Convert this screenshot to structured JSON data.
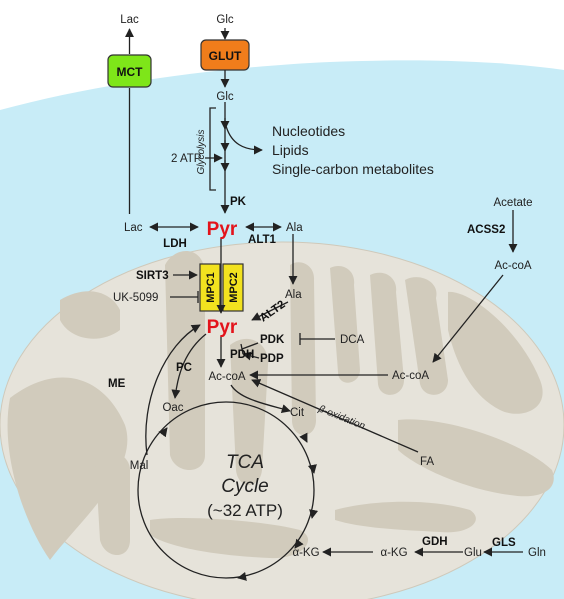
{
  "metabolites": {
    "lac_top": "Lac",
    "glc_top": "Glc",
    "glc_mid": "Glc",
    "nucleotides": "Nucleotides",
    "lipids": "Lipids",
    "single_carbon": "Single-carbon metabolites",
    "atp_glycolysis": "2 ATP",
    "glycolysis": "Glycolysis",
    "lac_mid": "Lac",
    "pyr_cyto": "Pyr",
    "ala_cyto": "Ala",
    "acetate": "Acetate",
    "acoa_cyto": "Ac-coA",
    "ala_mito": "Ala",
    "uk5099": "UK-5099",
    "pyr_mito": "Pyr",
    "dca": "DCA",
    "acoa_mito": "Ac-coA",
    "acoa_right": "Ac-coA",
    "oac": "Oac",
    "cit": "Cit",
    "beta_ox": "β-oxidation",
    "fa": "FA",
    "mal": "Mal",
    "tca_line1": "TCA",
    "tca_line2": "Cycle",
    "tca_line3": "(~32 ATP)",
    "akg_cycle": "α-KG",
    "akg_right": "α-KG",
    "glu": "Glu",
    "gln": "Gln"
  },
  "enzymes": {
    "mct": "MCT",
    "glut": "GLUT",
    "pk": "PK",
    "ldh": "LDH",
    "alt1": "ALT1",
    "acss2": "ACSS2",
    "sirt3": "SIRT3",
    "mpc1": "MPC1",
    "mpc2": "MPC2",
    "alt2": "ALT2",
    "pdk": "PDK",
    "pdh": "PDH",
    "pdp": "PDP",
    "pc": "PC",
    "me": "ME",
    "gdh": "GDH",
    "gls": "GLS"
  },
  "colors": {
    "cytoplasm": "#c8ecf7",
    "mito_outer": "#e6e3da",
    "mito_cristae": "#d1cbbc",
    "mct_box": "#7ee619",
    "glut_box": "#f07d1b",
    "mpc_box": "#f2e21f",
    "pyruvate": "#e3131b"
  }
}
